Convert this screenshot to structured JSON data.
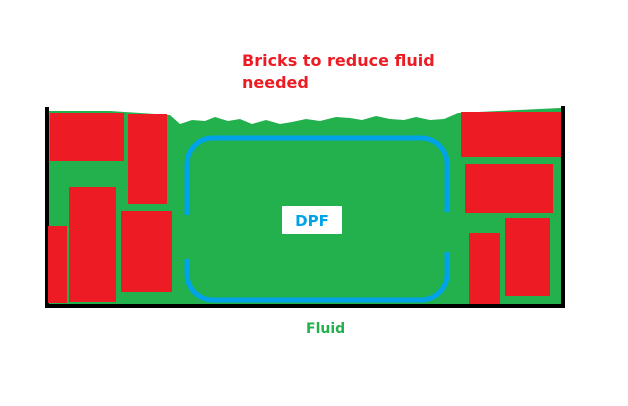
{
  "title_line1": "Bricks to reduce fluid",
  "title_line2": "needed",
  "dpf_label": "DPF",
  "fluid_label": "Fluid",
  "colors": {
    "brick": "#ed1c24",
    "fluid": "#22b14c",
    "dpf_outline": "#00a2e8",
    "dpf_text": "#00a2e8",
    "title_text": "#ed1c24",
    "fluid_text": "#22b14c",
    "container": "#000000",
    "background": "#ffffff"
  }
}
